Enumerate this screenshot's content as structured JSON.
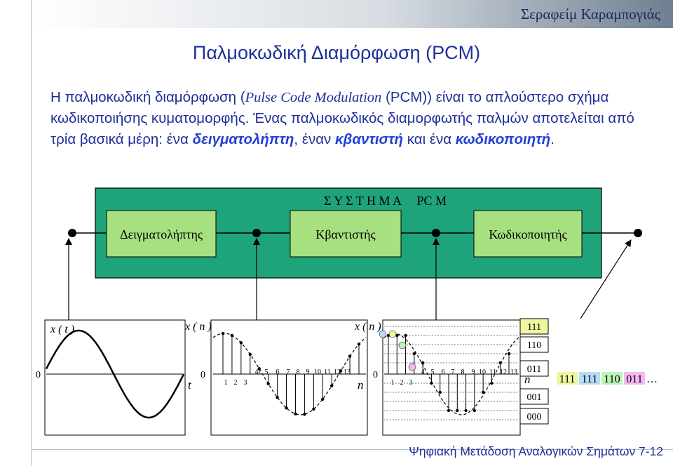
{
  "header": {
    "author": "Σεραφείμ Καραμπογιάς"
  },
  "title": "Παλμοκωδική Διαμόρφωση (PCM)",
  "paragraph": {
    "p1": "Η παλμοκωδική διαμόρφωση (",
    "p2": "Pulse Code Modulation",
    "p3": " (PCM)) είναι το  απλούστερο σχήμα κωδικοποιήσης κυματομορφής. Ένας παλμοκωδικός διαμορφωτής παλμών αποτελείται από τρία βασικά μέρη: ένα ",
    "k1": "δειγματολήπτη",
    "p4": ", έναν ",
    "k2": "κβαντιστή",
    "p5": " και ένα ",
    "k3": "κωδικοποιητή",
    "p6": "."
  },
  "diagram": {
    "system_label": "Σ Υ Σ Τ Η Μ Α     PC M",
    "blocks": [
      "Δειγματολήπτης",
      "Κβαντιστής",
      "Κωδικοποιητής"
    ],
    "colors": {
      "system_fill": "#1fa37a",
      "block_fill": "#a6e07f",
      "code_111": "#f0f5a0"
    }
  },
  "plots": {
    "xt_label": "x ( t )",
    "xn_label": "x ( n )",
    "xn2_label": "x ( n )",
    "zero": "0",
    "t_label": "t",
    "n_label": "n",
    "ticks1": [
      "1",
      "2",
      "3",
      "4",
      "5",
      "6",
      "7",
      "8",
      "9",
      "10",
      "11",
      "12",
      "13"
    ],
    "ticks2": [
      "1",
      "2",
      "3",
      "4",
      "5",
      "6",
      "7",
      "8",
      "9",
      "10",
      "11",
      "12",
      "13"
    ],
    "levels": [
      "111",
      "110",
      "011",
      "001",
      "000"
    ],
    "codes": [
      "111",
      "111",
      "110",
      "011"
    ],
    "ellipsis": "…",
    "code_colors": [
      "#f0f5a0",
      "#b8dcf5",
      "#b8f5b8",
      "#f5b8f0"
    ]
  },
  "footer": "Ψηφιακή Μετάδοση Αναλογικών Σημάτων 7-12"
}
